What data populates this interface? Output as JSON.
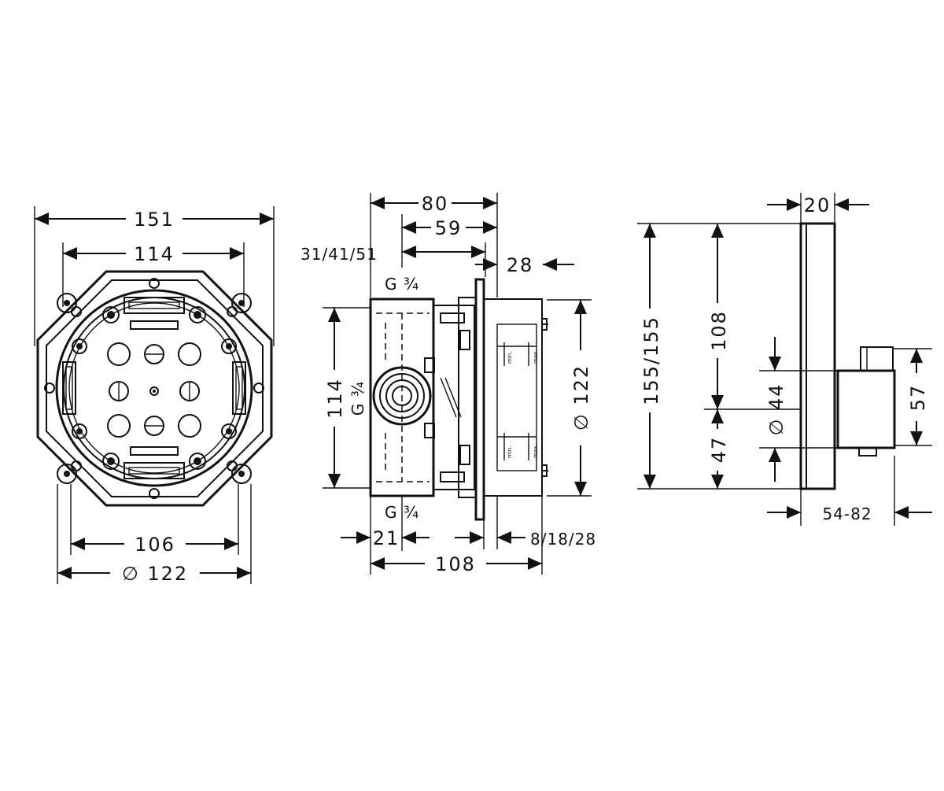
{
  "front_view": {
    "dim_outer_width": "151",
    "dim_inner_width": "114",
    "dim_bottom_width": "106",
    "dim_diameter": "∅ 122"
  },
  "side_view": {
    "dim_80": "80",
    "dim_59": "59",
    "dim_31_41_51": "31/41/51",
    "dim_28": "28",
    "label_g_top": "G ¾",
    "label_g_side": "G ¾",
    "label_g_bottom": "G ¾",
    "dim_114": "114",
    "dim_122": "∅ 122",
    "dim_21": "21",
    "dim_8_18_28": "8/18/28",
    "dim_108": "108",
    "label_min_top": "min.",
    "label_max_top": "max.",
    "label_min_bottom": "min.",
    "label_max_bottom": "max."
  },
  "trim_view": {
    "dim_20": "20",
    "dim_155": "155/155",
    "dim_108": "108",
    "dim_47": "47",
    "dim_44": "∅ 44",
    "dim_57": "57",
    "dim_54_82": "54-82"
  }
}
